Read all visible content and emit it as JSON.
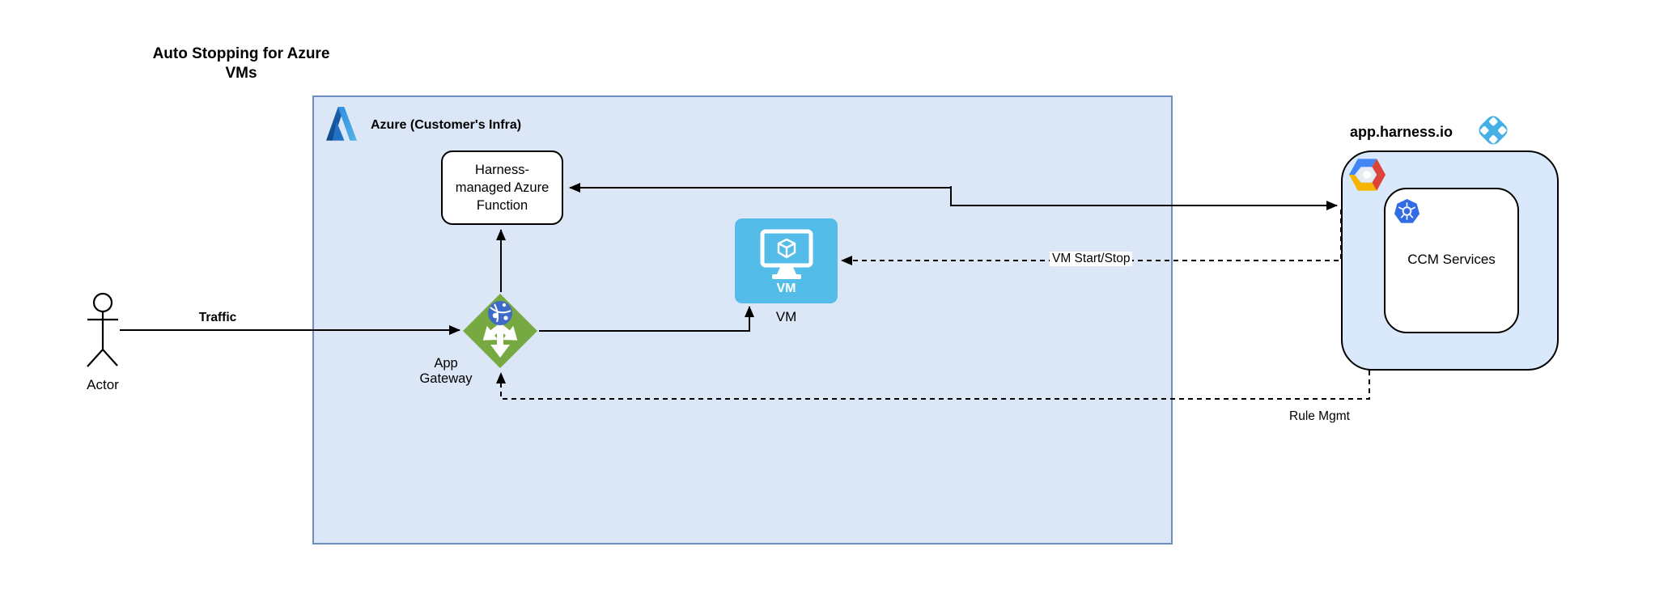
{
  "title": "Auto Stopping for Azure\nVMs",
  "azure": {
    "label": "Azure (Customer's Infra)"
  },
  "function_box": {
    "label": "Harness-\nmanaged Azure\nFunction"
  },
  "vm": {
    "icon_text": "VM",
    "label": "VM"
  },
  "app_gateway": {
    "label": "App\nGateway"
  },
  "actor": {
    "label": "Actor"
  },
  "harness": {
    "label": "app.harness.io",
    "ccm_label": "CCM Services"
  },
  "edges": {
    "traffic_label": "Traffic",
    "vm_start_stop_label": "VM Start/Stop",
    "rule_mgmt_label": "Rule Mgmt"
  },
  "colors": {
    "azure_fill": "#dbe6f7",
    "azure_stroke": "#6c8ebf",
    "panel_fill": "#dae8fc",
    "vm_fill": "#54bce9",
    "gw_green": "#77a942",
    "k8s_blue": "#326ce5",
    "harness_blue": "#45b0e6"
  }
}
